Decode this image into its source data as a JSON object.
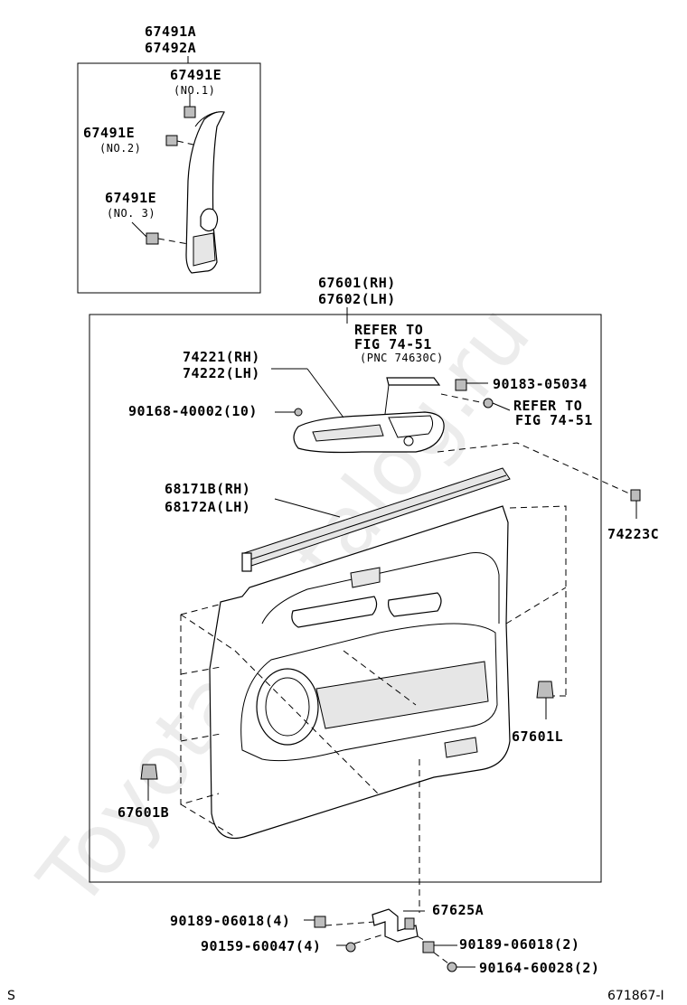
{
  "watermark": "Toyota-Catalog.ru",
  "labels": {
    "p67491A": "67491A",
    "p67492A": "67492A",
    "p67491E_1": "67491E",
    "no1": "(NO.1)",
    "p67491E_2": "67491E",
    "no2": "(NO.2)",
    "p67491E_3": "67491E",
    "no3": "(NO. 3)",
    "p67601RH": "67601(RH)",
    "p67602LH": "67602(LH)",
    "refer1_a": "REFER TO",
    "refer1_b": "FIG 74-51",
    "refer1_c": "(PNC 74630C)",
    "p74221": "74221(RH)",
    "p74222": "74222(LH)",
    "p90183": "90183-05034",
    "refer2_a": "REFER TO",
    "refer2_b": "FIG 74-51",
    "p90168": "90168-40002(10)",
    "p68171B": "68171B(RH)",
    "p68172A": "68172A(LH)",
    "p74223C": "74223C",
    "p67601L": "67601L",
    "p67601B": "67601B",
    "p67625A": "67625A",
    "p90189a": "90189-06018(4)",
    "p90159": "90159-60047(4)",
    "p90189b": "90189-06018(2)",
    "p90164": "90164-60028(2)"
  },
  "footer": {
    "left": "S",
    "right": "671867-I"
  }
}
